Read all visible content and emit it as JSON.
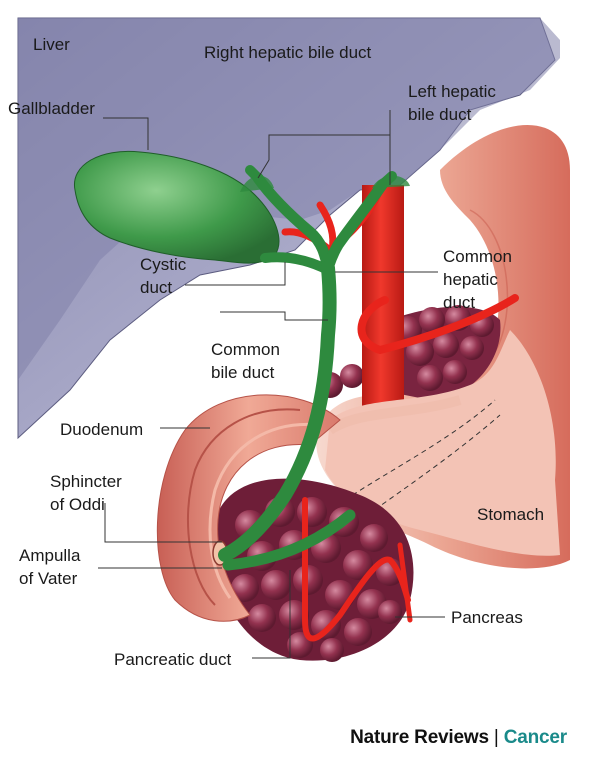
{
  "labels": {
    "liver": "Liver",
    "gallbladder": "Gallbladder",
    "right_hepatic": "Right hepatic bile duct",
    "left_hepatic_1": "Left hepatic",
    "left_hepatic_2": "bile duct",
    "cystic_1": "Cystic",
    "cystic_2": "duct",
    "common_hepatic_1": "Common",
    "common_hepatic_2": "hepatic",
    "common_hepatic_3": "duct",
    "common_bile_1": "Common",
    "common_bile_2": "bile duct",
    "duodenum": "Duodenum",
    "sphincter_1": "Sphincter",
    "sphincter_2": "of Oddi",
    "ampulla_1": "Ampulla",
    "ampulla_2": "of Vater",
    "stomach": "Stomach",
    "pancreas": "Pancreas",
    "pancreatic_duct": "Pancreatic duct"
  },
  "credit": {
    "journal": "Nature Reviews",
    "separator": "|",
    "section": "Cancer"
  },
  "colors": {
    "liver": "#7f7fa8",
    "bile_duct": "#2e8a3e",
    "gallbladder": "#3f9a4a",
    "artery": "#e8241c",
    "stomach": "#e9a08f",
    "duodenum": "#d9756a",
    "pancreas": "#8c2f4a",
    "credit_accent": "#1a8a8a"
  }
}
